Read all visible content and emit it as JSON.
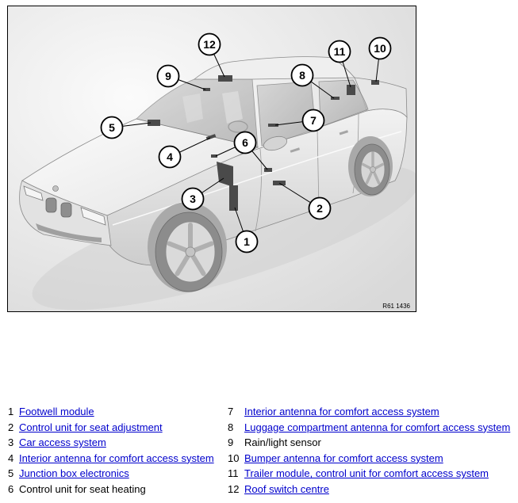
{
  "diagram": {
    "figure_code": "R61 1436",
    "callouts": [
      "1",
      "2",
      "3",
      "4",
      "5",
      "6",
      "7",
      "8",
      "9",
      "10",
      "11",
      "12"
    ]
  },
  "legend": {
    "items": [
      {
        "number": "1",
        "label": "Footwell module",
        "link": true
      },
      {
        "number": "2",
        "label": "Control unit for seat adjustment",
        "link": true
      },
      {
        "number": "3",
        "label": "Car access system",
        "link": true
      },
      {
        "number": "4",
        "label": "Interior antenna for comfort access system",
        "link": true
      },
      {
        "number": "5",
        "label": "Junction box electronics",
        "link": true
      },
      {
        "number": "6",
        "label": "Control unit for seat heating",
        "link": false
      },
      {
        "number": "7",
        "label": "Interior antenna for comfort access system",
        "link": true
      },
      {
        "number": "8",
        "label": "Luggage compartment antenna for comfort access system",
        "link": true
      },
      {
        "number": "9",
        "label": "Rain/light sensor",
        "link": false
      },
      {
        "number": "10",
        "label": "Bumper antenna for comfort access system",
        "link": true
      },
      {
        "number": "11",
        "label": "Trailer module, control unit for comfort access system",
        "link": true
      },
      {
        "number": "12",
        "label": "Roof switch centre",
        "link": true
      }
    ]
  },
  "colors": {
    "link": "#0000cc",
    "text": "#000000",
    "figure_background": "#e9e9e9"
  }
}
